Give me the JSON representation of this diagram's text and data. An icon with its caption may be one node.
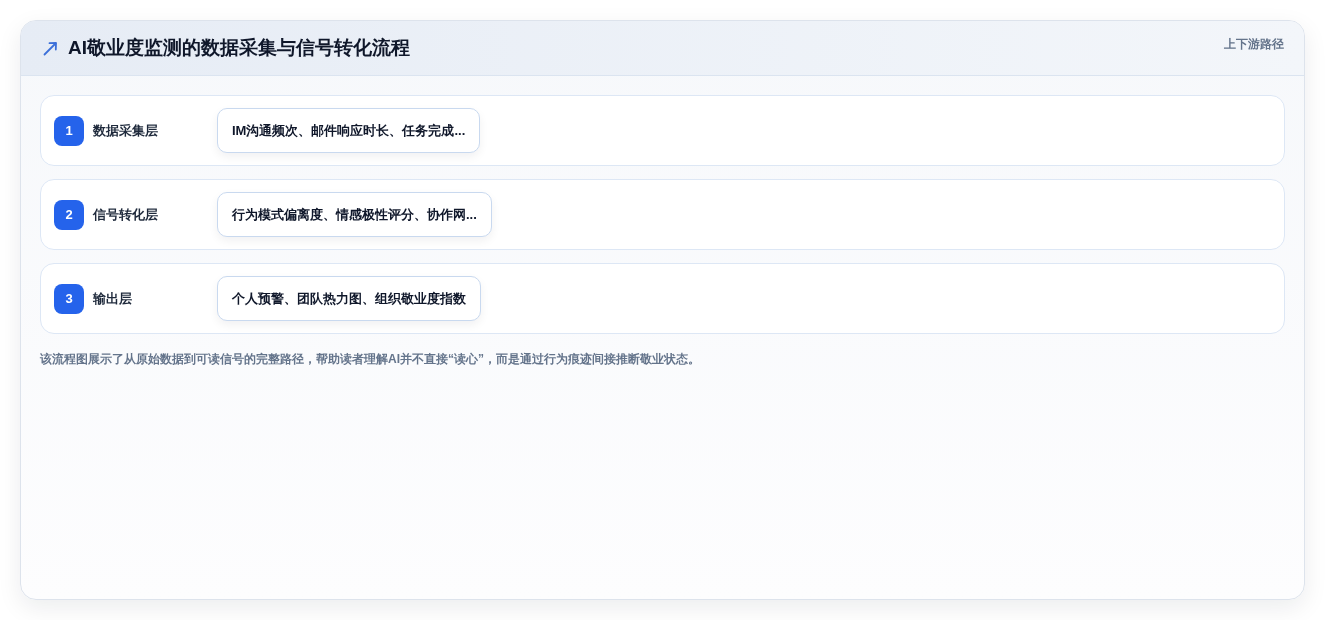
{
  "diagram": {
    "title": "AI敬业度监测的数据采集与信号转化流程",
    "nodes": [
      {
        "text": [
          "1",
          "数据采集层"
        ]
      },
      {
        "text": [
          "IM沟通频次、邮件响应时长、任务完成..."
        ],
        "in": 0
      },
      {
        "text": [
          "2",
          "信号转化层"
        ]
      },
      {
        "text": [
          "行为模式偏离度、情感极性评分、协作网..."
        ],
        "in": 2
      },
      {
        "text": [
          "3",
          "输出层"
        ]
      },
      {
        "text": [
          "个人预警、团队热力图、组织敬业度指数"
        ],
        "in": 4
      }
    ],
    "labels": [
      "上下游路径"
    ],
    "caption": "该流程图展示了从原始数据到可读信号的完整路径，帮助读者理解AI并不直接“读心”，而是通过行为痕迹间接推断敬业状态。"
  }
}
